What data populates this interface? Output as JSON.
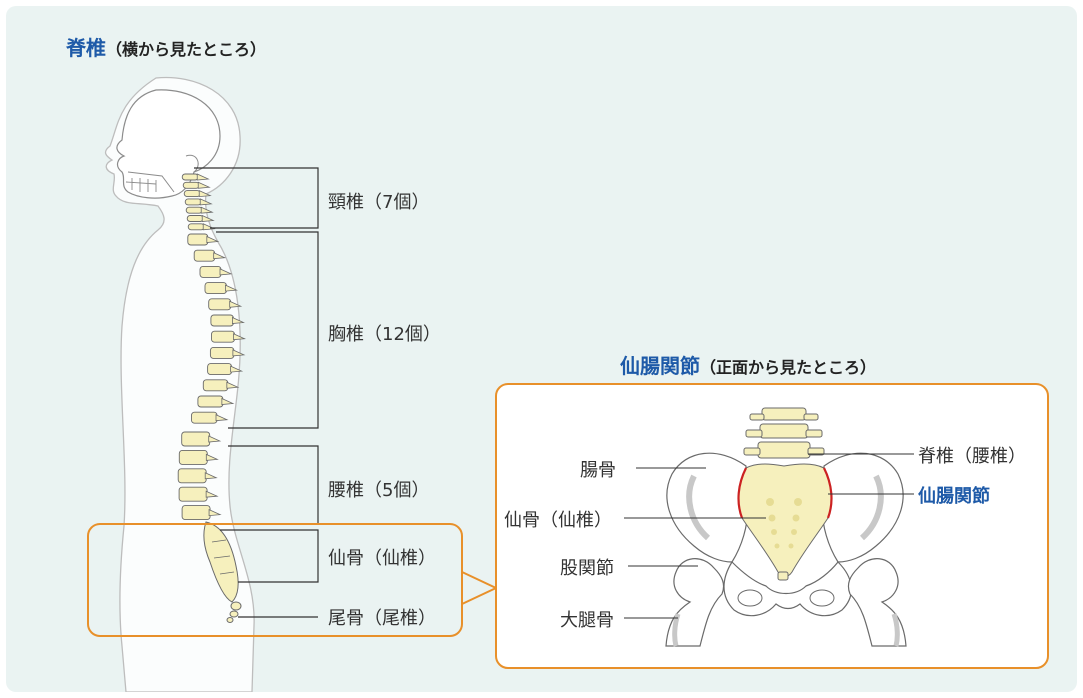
{
  "spine_title": {
    "main": "脊椎",
    "sub": "（横から見たところ）"
  },
  "spine_labels": {
    "cervical": "頸椎（7個）",
    "thoracic": "胸椎（12個）",
    "lumbar": "腰椎（5個）",
    "sacrum": "仙骨（仙椎）",
    "coccyx": "尾骨（尾椎）"
  },
  "pelvis_title": {
    "main": "仙腸関節",
    "sub": "（正面から見たところ）"
  },
  "pelvis_labels": {
    "ilium": "腸骨",
    "sacrum": "仙骨（仙椎）",
    "hip_joint": "股関節",
    "femur": "大腿骨",
    "spine_lumbar": "脊椎（腰椎）",
    "si_joint": "仙腸関節"
  },
  "colors": {
    "background": "#eaf3f2",
    "bone": "#f6f0bd",
    "accent_blue": "#1e5aa8",
    "highlight_orange": "#e8902a",
    "joint_red": "#cc2222"
  }
}
